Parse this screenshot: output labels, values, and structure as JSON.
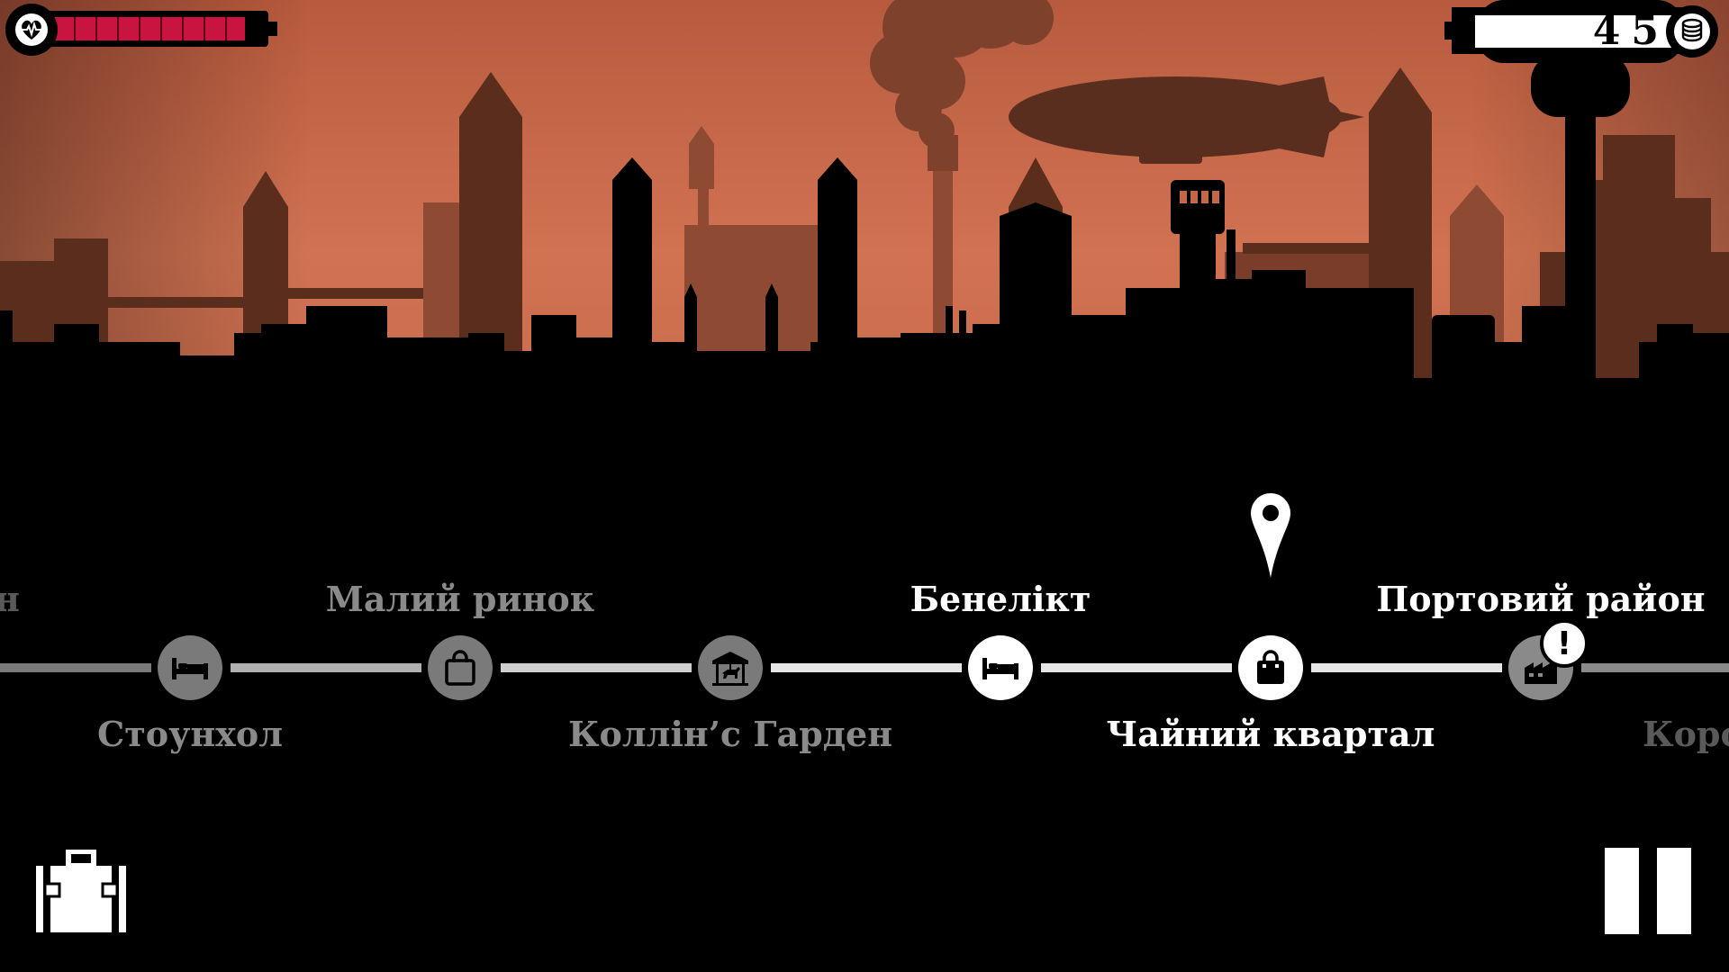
{
  "hud": {
    "health_fraction": 0.93,
    "health_color": "#c8143f",
    "health_icon": "heart-pulse-icon",
    "coins": "45",
    "coins_icon": "coin-stack-icon"
  },
  "route": {
    "stations": [
      {
        "label": "н",
        "label_position": "top",
        "icon": "",
        "state": "faded"
      },
      {
        "label": "Стоунхол",
        "label_position": "bottom",
        "icon": "bed-icon",
        "state": "dim"
      },
      {
        "label": "Малий ринок",
        "label_position": "top",
        "icon": "shopping-bag-icon",
        "state": "dim"
      },
      {
        "label": "Коллін’с Гарден",
        "label_position": "bottom",
        "icon": "carousel-icon",
        "state": "dim"
      },
      {
        "label": "Бенелікт",
        "label_position": "top",
        "icon": "bed-icon",
        "state": "bright"
      },
      {
        "label": "Чайний квартал",
        "label_position": "bottom",
        "icon": "shopping-bag-icon",
        "state": "bright",
        "current": true
      },
      {
        "label": "Портовий район",
        "label_position": "top",
        "icon": "factory-icon",
        "state": "bright",
        "alert": "!"
      },
      {
        "label": "Коро",
        "label_position": "bottom",
        "icon": "",
        "state": "faded"
      }
    ],
    "current_marker_icon": "map-pin-icon"
  },
  "controls": {
    "inventory_icon": "suitcase-icon",
    "pause_icon": "pause-icon"
  },
  "colors": {
    "sky_top": "#b85a3e",
    "sky_mid": "#cd6e4e",
    "silhouette": "#000000"
  }
}
